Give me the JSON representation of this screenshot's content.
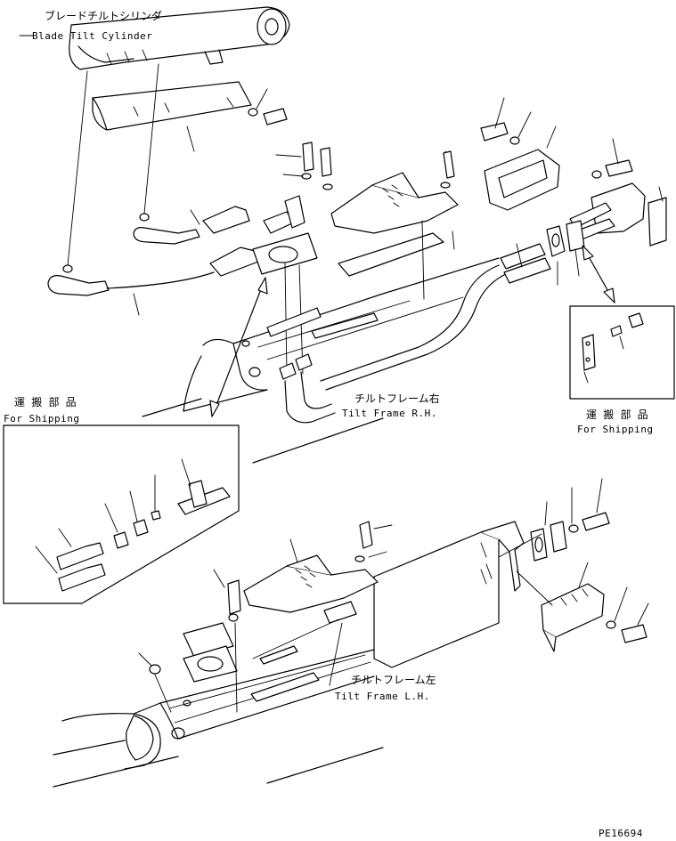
{
  "labels": {
    "blade_tilt_cylinder_jp": "ブレードチルトシリンダ",
    "blade_tilt_cylinder_en": "Blade Tilt Cylinder",
    "tilt_frame_rh_jp": "チルトフレーム右",
    "tilt_frame_rh_en": "Tilt Frame R.H.",
    "tilt_frame_lh_jp": "チルトフレーム左",
    "tilt_frame_lh_en": "Tilt Frame L.H.",
    "shipping_left_jp": "運 搬 部 品",
    "shipping_left_en": "For Shipping",
    "shipping_right_jp": "運 搬 部 品",
    "shipping_right_en": "For Shipping",
    "drawing_number": "PE16694"
  },
  "colors": {
    "ink": "#000000",
    "paper": "#ffffff"
  }
}
